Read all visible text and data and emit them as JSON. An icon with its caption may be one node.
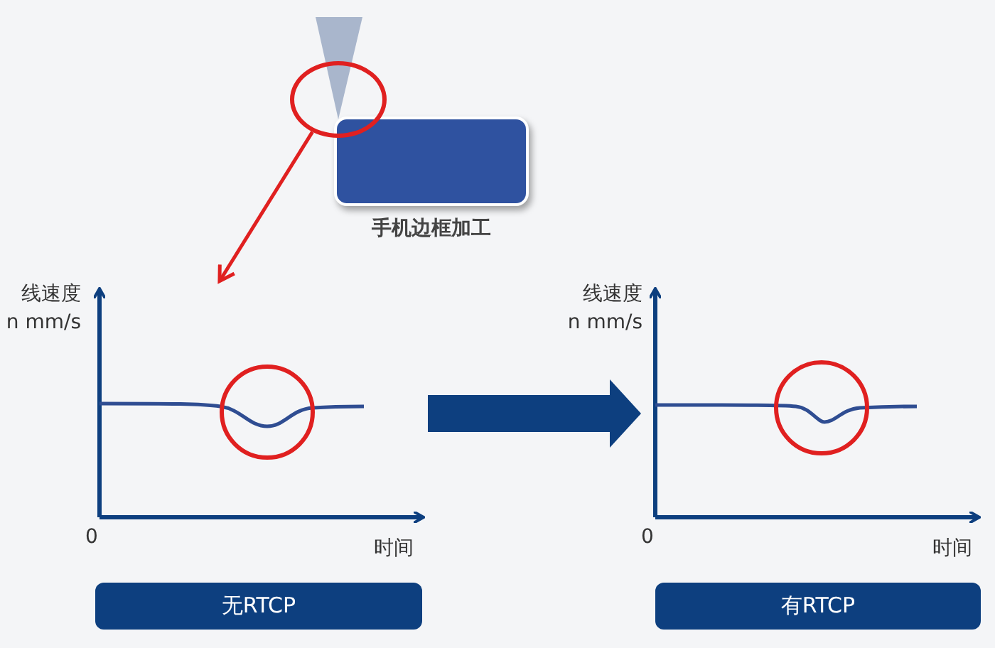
{
  "diagram": {
    "nodes": [
      {
        "text": [],
        "shape": "circle"
      },
      {
        "text": [
          "手机边框加工"
        ]
      },
      {
        "text": [],
        "shape": "picture",
        "beside": [
          "线速度",
          "n mm/s",
          "0",
          "时间"
        ]
      },
      {
        "text": [],
        "shape": "picture",
        "beside": [
          "线速度",
          "n mm/s",
          "0",
          "时间"
        ]
      },
      {
        "text": [
          "无RTCP"
        ]
      },
      {
        "text": [
          "有RTCP"
        ]
      }
    ],
    "edges": [
      {
        "from": 0,
        "to": 2,
        "arrow": "to",
        "color": "#e02020"
      },
      {
        "from": 2,
        "to": 3,
        "arrow": "to",
        "style": "thick",
        "color": "#0d3f7f"
      }
    ]
  }
}
